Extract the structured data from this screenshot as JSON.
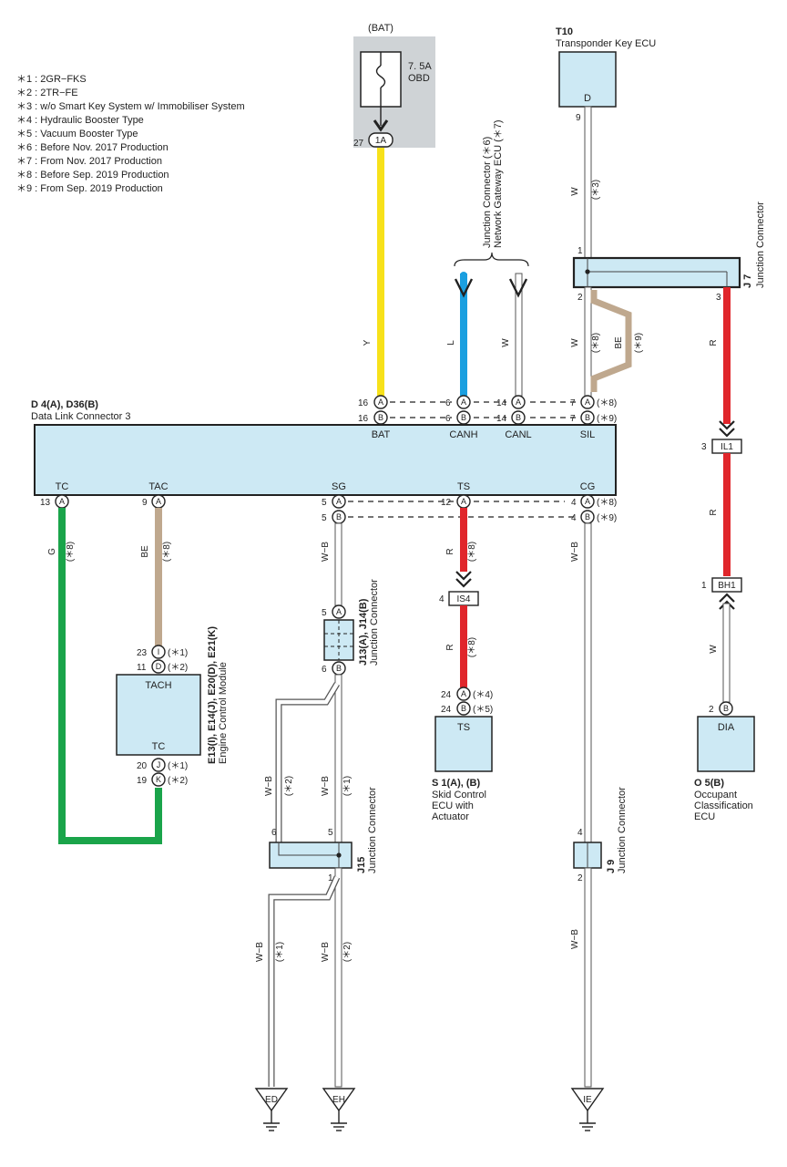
{
  "notes": [
    "＊1 : 2GR−FKS",
    "＊2 : 2TR−FE",
    "＊3 : w/o Smart Key System w/ Immobiliser System",
    "＊4 : Hydraulic Booster Type",
    "＊5 : Vacuum Booster Type",
    "＊6 : Before Nov.  2017 Production",
    "＊7 : From Nov.  2017 Production",
    "＊8 : Before Sep.  2019 Production",
    "＊9 : From Sep.  2019 Production"
  ],
  "fuse": {
    "source": "(BAT)",
    "rating": "7. 5A",
    "name": "OBD",
    "pin": "27",
    "connector": "1A"
  },
  "t10": {
    "id": "T10",
    "name": "Transponder Key ECU",
    "box": "D",
    "pin": "9",
    "wire": "W",
    "cond": "(＊3)"
  },
  "j7": {
    "id": "J 7",
    "name": "Junction Connector",
    "pin1": "1",
    "pin2": "2",
    "pin3": "3"
  },
  "gateway": {
    "line1": "Junction Connector (＊6)",
    "line2": "Network Gateway ECU (＊7)"
  },
  "dlc": {
    "id": "D 4(A), D36(B)",
    "name": "Data Link Connector 3",
    "top_labels": [
      "BAT",
      "CANH",
      "CANL",
      "SIL"
    ],
    "bottom_labels": [
      "TC",
      "TAC",
      "SG",
      "TS",
      "CG"
    ],
    "top_pins": [
      {
        "pa": "16",
        "pb": "16",
        "a": "A",
        "b": "B"
      },
      {
        "pa": "6",
        "pb": "6",
        "a": "A",
        "b": "B"
      },
      {
        "pa": "14",
        "pb": "14",
        "a": "A",
        "b": "B"
      },
      {
        "pa": "7",
        "pb": "7",
        "a": "A",
        "b": "B",
        "ca": "(＊8)",
        "cb": "(＊9)"
      }
    ],
    "bottom_pins": [
      {
        "pa": "13",
        "a": "A"
      },
      {
        "pa": "9",
        "a": "A"
      },
      {
        "pa": "5",
        "pb": "5",
        "a": "A",
        "b": "B"
      },
      {
        "pa": "12",
        "a": "A"
      },
      {
        "pa": "4",
        "pb": "4",
        "a": "A",
        "b": "B",
        "ca": "(＊8)",
        "cb": "(＊9)"
      }
    ]
  },
  "wires": {
    "bat": "Y",
    "canh": "L",
    "canl": "W",
    "sil": "W",
    "sil_cond": "(＊8)",
    "be": "BE",
    "be_cond": "(＊9)",
    "dia_r": "R",
    "tc": "G",
    "tc_cond": "(＊8)",
    "tac": "BE",
    "tac_cond": "(＊8)",
    "sg": "W−B",
    "ts": "R",
    "ts_cond": "(＊8)",
    "cg": "W−B",
    "dia_w": "W",
    "j15_l": "W−B",
    "j15_l_cond": "(＊2)",
    "j15_r": "W−B",
    "j15_r_cond": "(＊1)",
    "ed": "W−B",
    "ed_cond": "(＊1)",
    "eh": "W−B",
    "eh_cond": "(＊2)",
    "ie": "W−B"
  },
  "il1": {
    "pin": "3",
    "id": "IL1"
  },
  "bh1": {
    "pin": "1",
    "id": "BH1"
  },
  "is4": {
    "pin": "4",
    "id": "IS4"
  },
  "ecm": {
    "ids": "E13(I), E14(J), E20(D), E21(K)",
    "name": "Engine Control Module",
    "tach": "TACH",
    "tc": "TC",
    "pins": [
      {
        "n": "23",
        "c": "I",
        "cond": "(＊1)"
      },
      {
        "n": "11",
        "c": "D",
        "cond": "(＊2)"
      },
      {
        "n": "20",
        "c": "J",
        "cond": "(＊1)"
      },
      {
        "n": "19",
        "c": "K",
        "cond": "(＊2)"
      }
    ]
  },
  "j13": {
    "id": "J13(A), J14(B)",
    "name": "Junction Connector",
    "pa": "5",
    "a": "A",
    "pb": "6",
    "b": "B"
  },
  "skid": {
    "id": "S 1(A), (B)",
    "name1": "Skid Control",
    "name2": "ECU with",
    "name3": "Actuator",
    "box": "TS",
    "pins": [
      {
        "n": "24",
        "c": "A",
        "cond": "(＊4)"
      },
      {
        "n": "24",
        "c": "B",
        "cond": "(＊5)"
      }
    ]
  },
  "occ": {
    "id": "O 5(B)",
    "name1": "Occupant",
    "name2": "Classification",
    "name3": "ECU",
    "box": "DIA",
    "pin": "2",
    "c": "B"
  },
  "j15": {
    "id": "J15",
    "name": "Junction Connector",
    "p6": "6",
    "p5": "5",
    "p1": "1"
  },
  "j9": {
    "id": "J 9",
    "name": "Junction Connector",
    "p4": "4",
    "p2": "2"
  },
  "grounds": [
    "ED",
    "EH",
    "IE"
  ],
  "colors": {
    "yellow": "#f7e11a",
    "blue": "#1a9fe0",
    "red": "#e0262b",
    "green": "#1aa44a",
    "beige": "#bfa88e",
    "box": "#cde9f4",
    "fuse_bg": "#cfd3d6"
  }
}
